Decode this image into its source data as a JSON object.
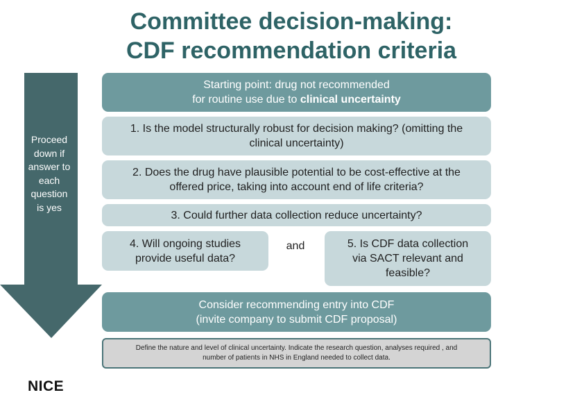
{
  "title": {
    "line1": "Committee decision-making:",
    "line2": "CDF recommendation criteria"
  },
  "arrow": {
    "lines": [
      "Proceed",
      "down if",
      "answer to",
      "each",
      "question",
      "is yes"
    ]
  },
  "start": {
    "line1": "Starting point: drug not recommended",
    "line2_prefix": "for routine use due to ",
    "line2_bold": "clinical uncertainty"
  },
  "q1": {
    "line1": "1. Is the model structurally robust for decision making? (omitting the",
    "line2": "clinical uncertainty)"
  },
  "q2": {
    "line1": "2. Does the drug have plausible potential to be cost-effective at the",
    "line2": "offered price, taking into account end of life criteria?"
  },
  "q3": {
    "line1": "3. Could further data collection reduce uncertainty?"
  },
  "q4": {
    "line1": "4. Will ongoing studies",
    "line2": "provide useful data?"
  },
  "and": "and",
  "q5": {
    "line1": "5. Is CDF data collection",
    "line2": "via SACT relevant and",
    "line3": "feasible?"
  },
  "consider": {
    "line1": "Consider recommending entry into CDF",
    "line2": "(invite company to submit CDF proposal)"
  },
  "note": {
    "line1": "Define the nature and level of clinical uncertainty. Indicate the research question, analyses required , and",
    "line2": "number of patients in NHS in England needed to collect data."
  },
  "logo": "NICE",
  "colors": {
    "title": "#2e6366",
    "arrow": "#45686b",
    "dark_box": "#6e9a9e",
    "light_box": "#c7d8db",
    "note_bg": "#d4d4d4"
  }
}
